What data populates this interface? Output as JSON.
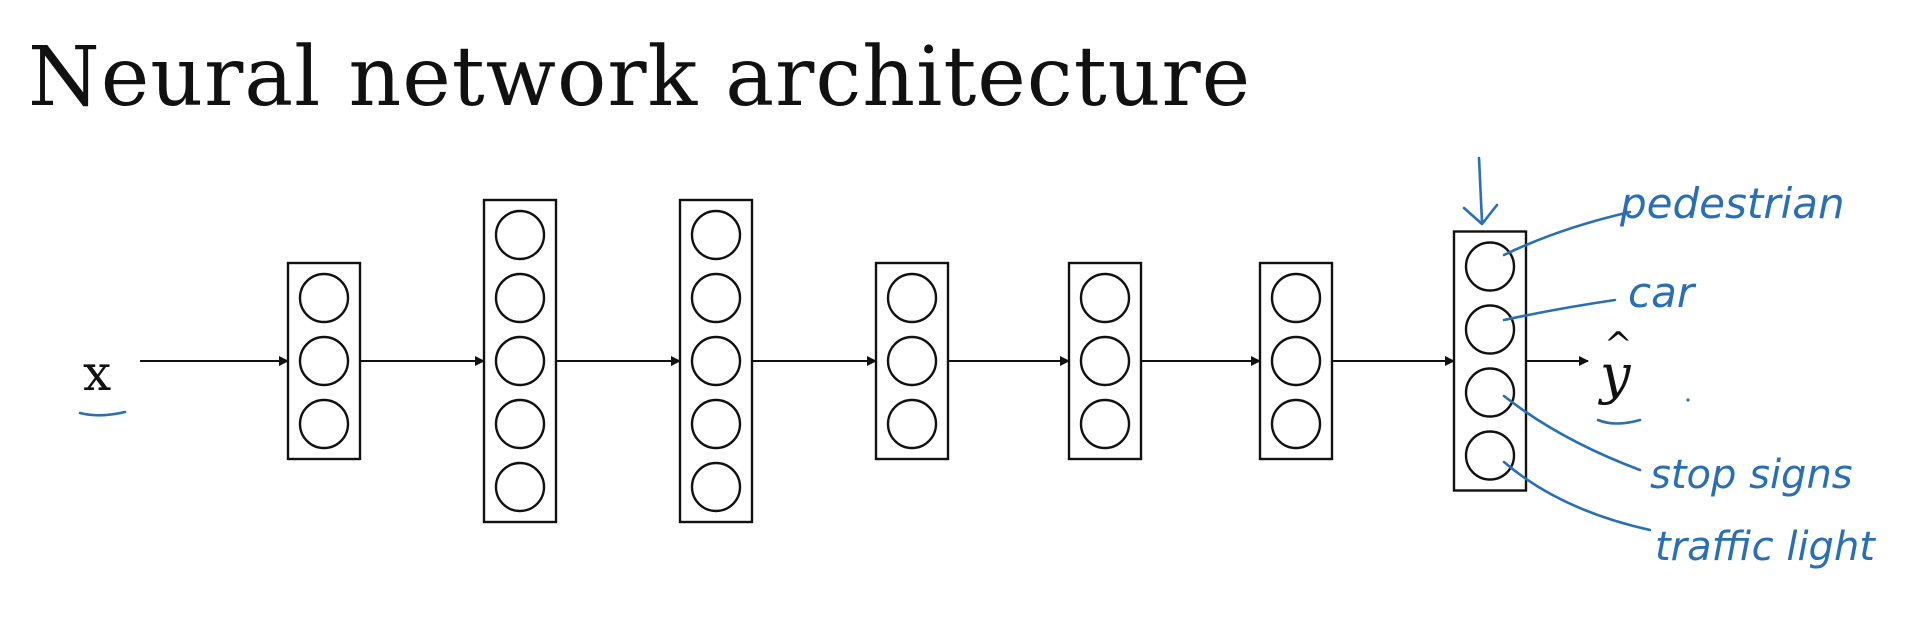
{
  "title": "Neural network architecture",
  "input_label": "x",
  "output_label": "y",
  "output_hat": "^",
  "layers": [
    {
      "neurons": 3
    },
    {
      "neurons": 5
    },
    {
      "neurons": 5
    },
    {
      "neurons": 3
    },
    {
      "neurons": 3
    },
    {
      "neurons": 3
    },
    {
      "neurons": 4
    }
  ],
  "output_classes": [
    "pedestrian",
    "car",
    "stop signs",
    "traffic light"
  ],
  "colors": {
    "ink": "#111111",
    "annotation": "#2a6fb2"
  }
}
